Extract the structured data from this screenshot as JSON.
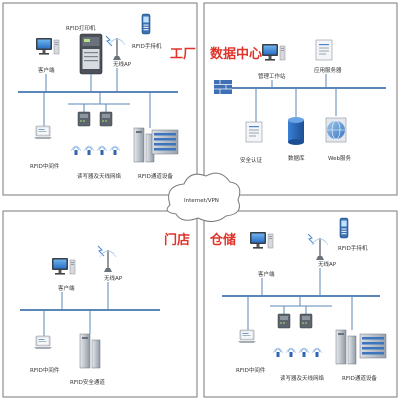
{
  "sections": {
    "factory": {
      "title": "工厂",
      "labels": {
        "client": "客户端",
        "rfid_printer": "RFID打印机",
        "rfid_handheld": "RFID手持机",
        "wireless_ap": "无线AP",
        "rfid_middleware": "RFID中间件",
        "reader_network": "读写器及天线网络",
        "rfid_gate": "RFID通道设备"
      }
    },
    "datacenter": {
      "title": "数据中心",
      "labels": {
        "mgmt_workstation": "管理工作站",
        "app_server": "应用服务器",
        "security_auth": "安全认证",
        "database": "数据库",
        "web_service": "Web服务"
      }
    },
    "internet": {
      "label": "Internet/VPN"
    },
    "store": {
      "title": "门店",
      "labels": {
        "client": "客户端",
        "wireless_ap": "无线AP",
        "rfid_middleware": "RFID中间件",
        "rfid_security_gate": "RFID安全通道"
      }
    },
    "warehouse": {
      "title": "仓储",
      "labels": {
        "client": "客户端",
        "rfid_handheld": "RFID手持机",
        "wireless_ap": "无线AP",
        "rfid_middleware": "RFID中间件",
        "reader_network": "读写器及天线网络",
        "rfid_gate": "RFID通道设备"
      }
    }
  },
  "colors": {
    "title_red": "#e0332a",
    "line_blue": "#5b87b8",
    "panel_border": "#7a7a7a",
    "firewall_blue": "#3f6fb5"
  }
}
